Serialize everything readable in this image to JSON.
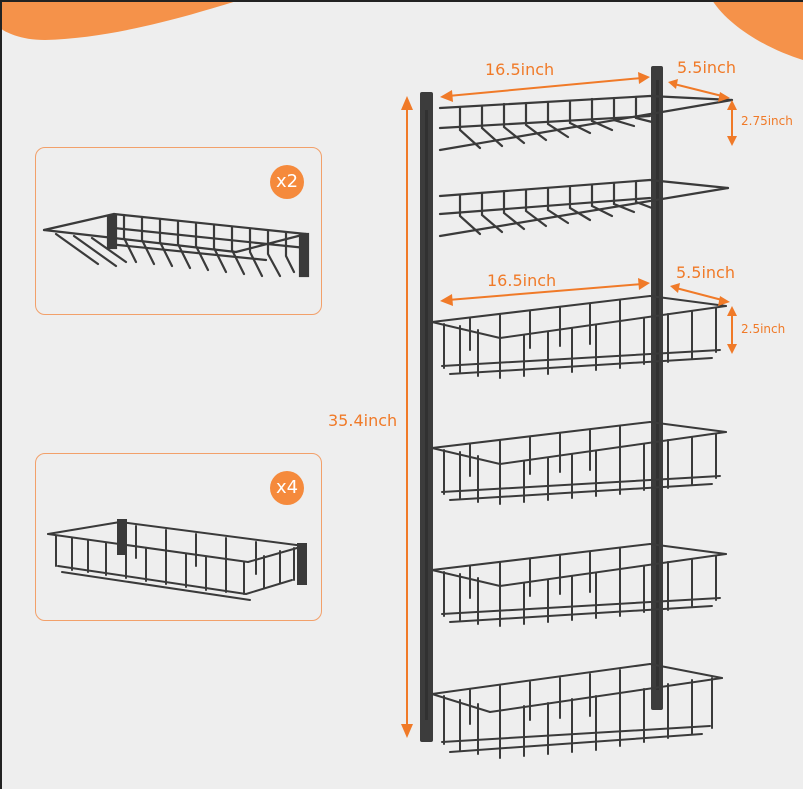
{
  "colors": {
    "accent": "#f58a3c",
    "dimension_text": "#f07a28",
    "metal": "#3a3a3a",
    "background": "#eeeeee"
  },
  "panels": [
    {
      "badge": "x2",
      "type": "angled-shelf"
    },
    {
      "badge": "x4",
      "type": "wire-basket"
    }
  ],
  "dimensions": {
    "total_height": "35.4inch",
    "shelf_width": "16.5inch",
    "shelf_depth": "5.5inch",
    "shelf_height": "2.75inch",
    "basket_width": "16.5inch",
    "basket_depth": "5.5inch",
    "basket_height": "2.5inch"
  }
}
